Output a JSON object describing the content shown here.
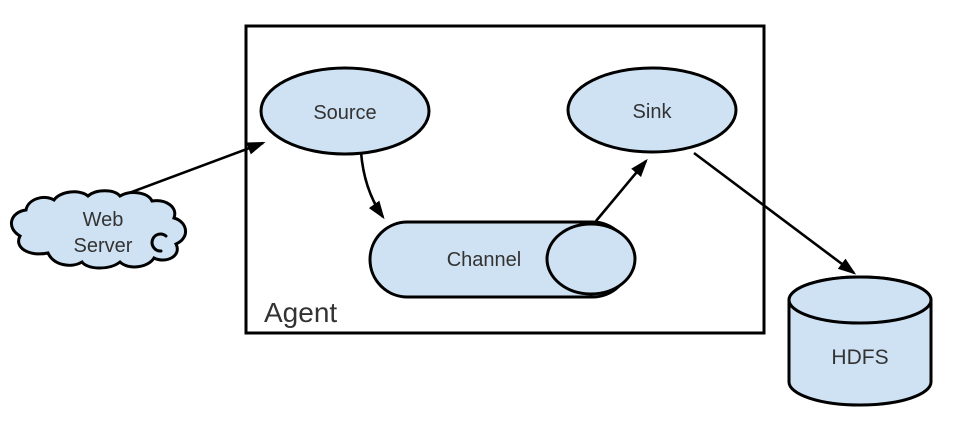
{
  "diagram": {
    "type": "flow-diagram",
    "subject": "flume-agent-data-flow",
    "background": "#ffffff",
    "palette": {
      "node_fill": "#cfe2f3",
      "node_stroke": "#000000",
      "arrow_color": "#000000",
      "text_color": "#333333"
    },
    "container": {
      "label": "Agent",
      "shape": "rectangle"
    },
    "nodes": {
      "web_server": {
        "label_line1": "Web",
        "label_line2": "Server",
        "shape": "cloud"
      },
      "source": {
        "label": "Source",
        "shape": "ellipse"
      },
      "channel": {
        "label": "Channel",
        "shape": "horizontal-cylinder"
      },
      "sink": {
        "label": "Sink",
        "shape": "ellipse"
      },
      "hdfs": {
        "label": "HDFS",
        "shape": "cylinder"
      }
    },
    "edges": [
      {
        "from": "web_server",
        "to": "source"
      },
      {
        "from": "source",
        "to": "channel"
      },
      {
        "from": "channel",
        "to": "sink"
      },
      {
        "from": "sink",
        "to": "hdfs"
      }
    ]
  }
}
